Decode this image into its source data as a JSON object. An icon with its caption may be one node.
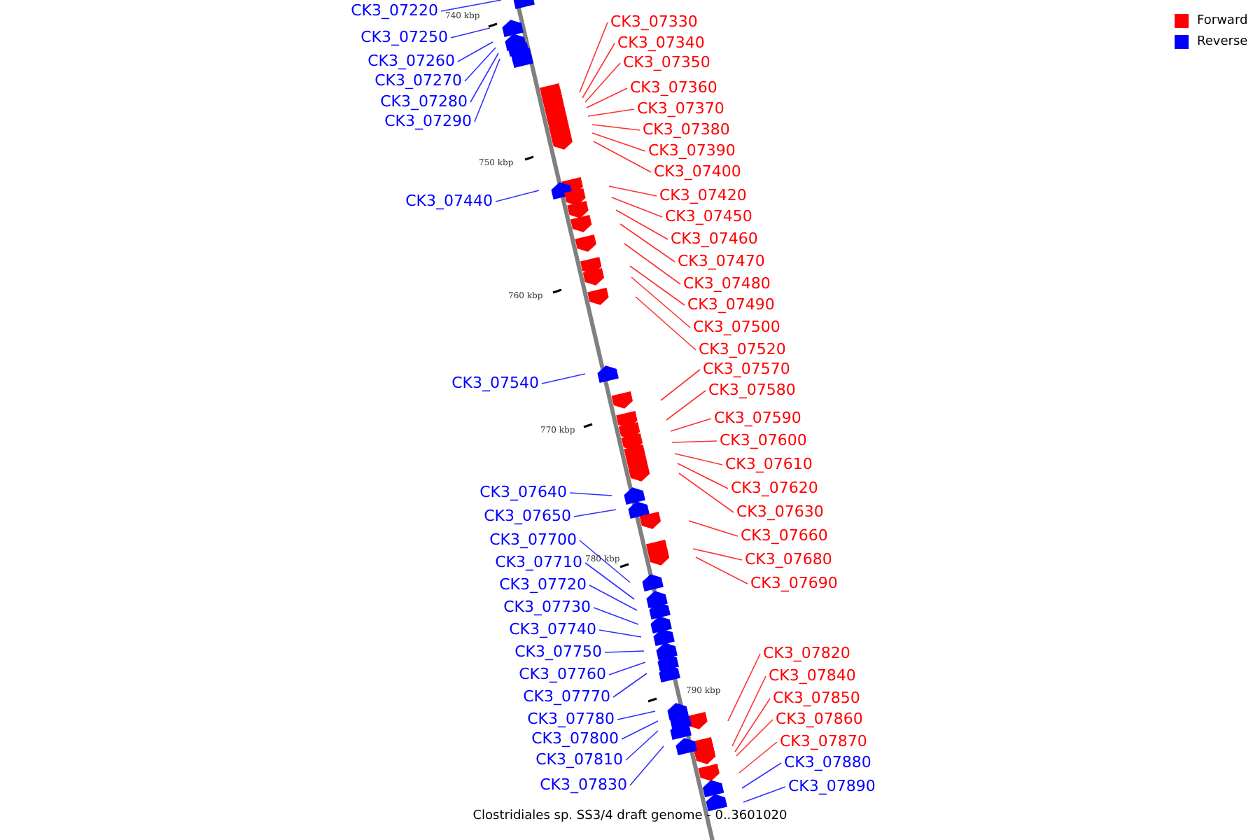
{
  "diagram": {
    "caption": "Clostridiales sp. SS3/4 draft genome - 0..3601020",
    "nodes": [
      {
        "text": [
          "CK3_07220"
        ]
      },
      {
        "text": [
          "CK3_07330"
        ]
      },
      {
        "text": [
          "CK3_07250"
        ]
      },
      {
        "text": [
          "CK3_07340"
        ]
      },
      {
        "text": [
          "CK3_07260"
        ]
      },
      {
        "text": [
          "CK3_07350"
        ]
      },
      {
        "text": [
          "CK3_07270"
        ]
      },
      {
        "text": [
          "CK3_07360"
        ]
      },
      {
        "text": [
          "CK3_07280"
        ]
      },
      {
        "text": [
          "CK3_07370"
        ]
      },
      {
        "text": [
          "CK3_07290"
        ]
      },
      {
        "text": [
          "CK3_07380"
        ]
      },
      {
        "text": [
          "CK3_07390"
        ]
      },
      {
        "text": [
          "CK3_07400"
        ]
      },
      {
        "text": [
          "CK3_07420"
        ]
      },
      {
        "text": [
          "CK3_07440"
        ]
      },
      {
        "text": [
          "CK3_07450"
        ]
      },
      {
        "text": [
          "CK3_07460"
        ]
      },
      {
        "text": [
          "CK3_07470"
        ]
      },
      {
        "text": [
          "CK3_07480"
        ]
      },
      {
        "text": [
          "CK3_07490"
        ]
      },
      {
        "text": [
          "CK3_07500"
        ]
      },
      {
        "text": [
          "CK3_07520"
        ]
      },
      {
        "text": [
          "CK3_07570"
        ]
      },
      {
        "text": [
          "CK3_07540"
        ]
      },
      {
        "text": [
          "CK3_07580"
        ]
      },
      {
        "text": [
          "CK3_07590"
        ]
      },
      {
        "text": [
          "CK3_07600"
        ]
      },
      {
        "text": [
          "CK3_07610"
        ]
      },
      {
        "text": [
          "CK3_07620"
        ]
      },
      {
        "text": [
          "CK3_07640"
        ]
      },
      {
        "text": [
          "CK3_07630"
        ]
      },
      {
        "text": [
          "CK3_07650"
        ]
      },
      {
        "text": [
          "CK3_07660"
        ]
      },
      {
        "text": [
          "CK3_07700"
        ]
      },
      {
        "text": [
          "CK3_07680"
        ]
      },
      {
        "text": [
          "CK3_07710"
        ]
      },
      {
        "text": [
          "CK3_07690"
        ]
      },
      {
        "text": [
          "CK3_07720"
        ]
      },
      {
        "text": [
          "CK3_07730"
        ]
      },
      {
        "text": [
          "CK3_07740"
        ]
      },
      {
        "text": [
          "CK3_07750"
        ]
      },
      {
        "text": [
          "CK3_07820"
        ]
      },
      {
        "text": [
          "CK3_07760"
        ]
      },
      {
        "text": [
          "CK3_07840"
        ]
      },
      {
        "text": [
          "CK3_07770"
        ]
      },
      {
        "text": [
          "CK3_07850"
        ]
      },
      {
        "text": [
          "CK3_07780"
        ]
      },
      {
        "text": [
          "CK3_07860"
        ]
      },
      {
        "text": [
          "CK3_07800"
        ]
      },
      {
        "text": [
          "CK3_07870"
        ]
      },
      {
        "text": [
          "CK3_07810"
        ]
      },
      {
        "text": [
          "CK3_07880"
        ]
      },
      {
        "text": [
          "CK3_07830"
        ]
      },
      {
        "text": [
          "CK3_07890"
        ]
      }
    ],
    "edges": [
      {
        "from": 0,
        "to": null,
        "arrow": "none",
        "color": "#3030ff"
      },
      {
        "from": 1,
        "to": null,
        "arrow": "none"
      },
      {
        "from": 2,
        "to": null,
        "arrow": "none",
        "color": "#3030ff"
      },
      {
        "from": 3,
        "to": null,
        "arrow": "none"
      },
      {
        "from": 4,
        "to": null,
        "arrow": "none",
        "color": "#3030ff"
      },
      {
        "from": 5,
        "to": null,
        "arrow": "none"
      },
      {
        "from": 6,
        "to": null,
        "arrow": "none",
        "color": "#3030ff"
      },
      {
        "from": 7,
        "to": null,
        "arrow": "none"
      },
      {
        "from": 8,
        "to": null,
        "arrow": "none",
        "color": "#3030ff"
      },
      {
        "from": 9,
        "to": null,
        "arrow": "none"
      },
      {
        "from": 10,
        "to": null,
        "arrow": "none",
        "color": "#3030ff"
      },
      {
        "from": 11,
        "to": null,
        "arrow": "none"
      },
      {
        "from": 12,
        "to": null,
        "arrow": "none"
      },
      {
        "from": 13,
        "to": null,
        "arrow": "none"
      },
      {
        "from": 14,
        "to": null,
        "arrow": "none"
      },
      {
        "from": 15,
        "to": null,
        "arrow": "none",
        "color": "#3030ff"
      },
      {
        "from": 16,
        "to": null,
        "arrow": "none"
      },
      {
        "from": 17,
        "to": null,
        "arrow": "none"
      },
      {
        "from": 18,
        "to": null,
        "arrow": "none"
      },
      {
        "from": 19,
        "to": null,
        "arrow": "none"
      },
      {
        "from": 20,
        "to": null,
        "arrow": "none"
      },
      {
        "from": 21,
        "to": null,
        "arrow": "none"
      },
      {
        "from": 22,
        "to": null,
        "arrow": "none"
      },
      {
        "from": 23,
        "to": null,
        "arrow": "none"
      },
      {
        "from": 24,
        "to": null,
        "arrow": "none",
        "color": "#3030ff"
      },
      {
        "from": 25,
        "to": null,
        "arrow": "none"
      },
      {
        "from": 26,
        "to": null,
        "arrow": "none"
      },
      {
        "from": 27,
        "to": null,
        "arrow": "none"
      },
      {
        "from": 28,
        "to": null,
        "arrow": "none"
      },
      {
        "from": 29,
        "to": null,
        "arrow": "none"
      },
      {
        "from": 30,
        "to": null,
        "arrow": "none",
        "color": "#3030ff"
      },
      {
        "from": 31,
        "to": null,
        "arrow": "none"
      },
      {
        "from": 32,
        "to": null,
        "arrow": "none",
        "color": "#3030ff"
      },
      {
        "from": 33,
        "to": null,
        "arrow": "none"
      },
      {
        "from": 34,
        "to": null,
        "arrow": "none",
        "color": "#3030ff"
      },
      {
        "from": 35,
        "to": null,
        "arrow": "none"
      },
      {
        "from": 36,
        "to": null,
        "arrow": "none",
        "color": "#3030ff"
      },
      {
        "from": 37,
        "to": null,
        "arrow": "none"
      },
      {
        "from": 38,
        "to": null,
        "arrow": "none",
        "color": "#3030ff"
      },
      {
        "from": 39,
        "to": null,
        "arrow": "none",
        "color": "#3030ff"
      },
      {
        "from": 40,
        "to": null,
        "arrow": "none",
        "color": "#3030ff"
      },
      {
        "from": 41,
        "to": null,
        "arrow": "none",
        "color": "#3030ff"
      },
      {
        "from": 42,
        "to": null,
        "arrow": "none"
      },
      {
        "from": 43,
        "to": null,
        "arrow": "none",
        "color": "#3030ff"
      },
      {
        "from": 44,
        "to": null,
        "arrow": "none"
      },
      {
        "from": 45,
        "to": null,
        "arrow": "none",
        "color": "#3030ff"
      },
      {
        "from": 46,
        "to": null,
        "arrow": "none"
      },
      {
        "from": 47,
        "to": null,
        "arrow": "none",
        "color": "#3030ff"
      },
      {
        "from": 48,
        "to": null,
        "arrow": "none"
      },
      {
        "from": 49,
        "to": null,
        "arrow": "none",
        "color": "#3030ff"
      },
      {
        "from": 50,
        "to": null,
        "arrow": "none"
      },
      {
        "from": 51,
        "to": null,
        "arrow": "none",
        "color": "#3030ff"
      },
      {
        "from": 52,
        "to": null,
        "arrow": "none",
        "color": "#3030ff"
      },
      {
        "from": 53,
        "to": null,
        "arrow": "none",
        "color": "#3030ff"
      },
      {
        "from": 54,
        "to": null,
        "arrow": "none",
        "color": "#3030ff"
      }
    ],
    "labels": [
      "740 kbp",
      "750 kbp",
      "760 kbp",
      "770 kbp",
      "780 kbp",
      "790 kbp"
    ],
    "legend": [
      {
        "text": "Forward",
        "color": "#ff0000"
      },
      {
        "text": "Reverse",
        "color": "#0000ff"
      }
    ]
  }
}
